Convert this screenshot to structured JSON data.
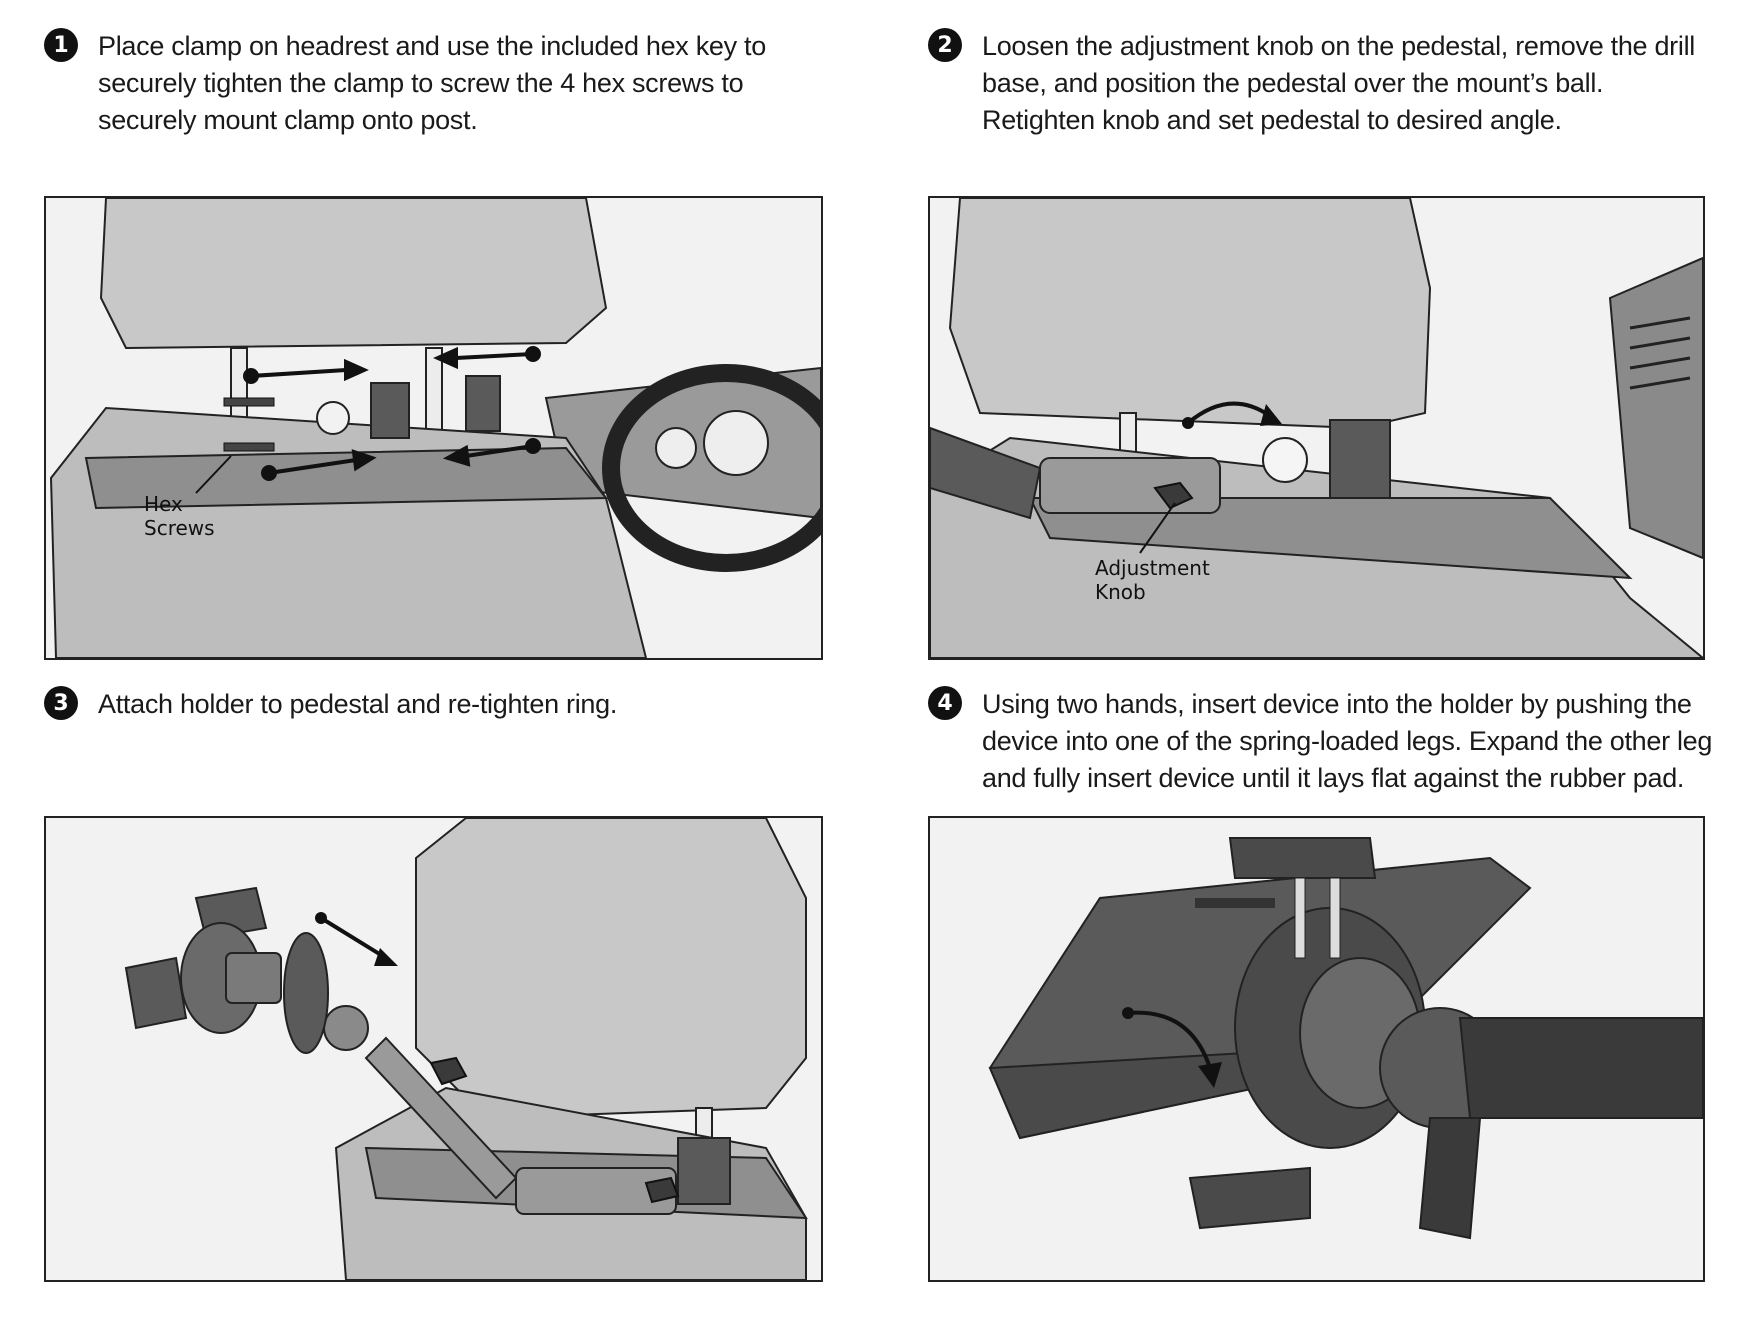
{
  "steps": [
    {
      "number": "1",
      "text": "Place clamp on headrest and use the included hex key to securely tighten the clamp to screw the 4 hex screws to securely mount clamp onto post.",
      "callout": "Hex Screws",
      "callout_line1": "Hex",
      "callout_line2": "Screws"
    },
    {
      "number": "2",
      "text": "Loosen the adjustment knob on the pedestal, remove the drill base, and position the pedestal over the mount’s ball. Retighten knob and set pedestal to desired angle.",
      "callout_line1": "Adjustment",
      "callout_line2": "Knob"
    },
    {
      "number": "3",
      "text": "Attach holder to pedestal and re-tighten ring."
    },
    {
      "number": "4",
      "text": "Using two hands, insert device into the holder by pushing the device into one of the spring-loaded legs. Expand the other leg and fully insert device until it lays flat against the rubber pad."
    }
  ],
  "colors": {
    "panel_border": "#222222",
    "seat_gray": "#c8c8c8",
    "dark_part": "#4a4a4a"
  }
}
